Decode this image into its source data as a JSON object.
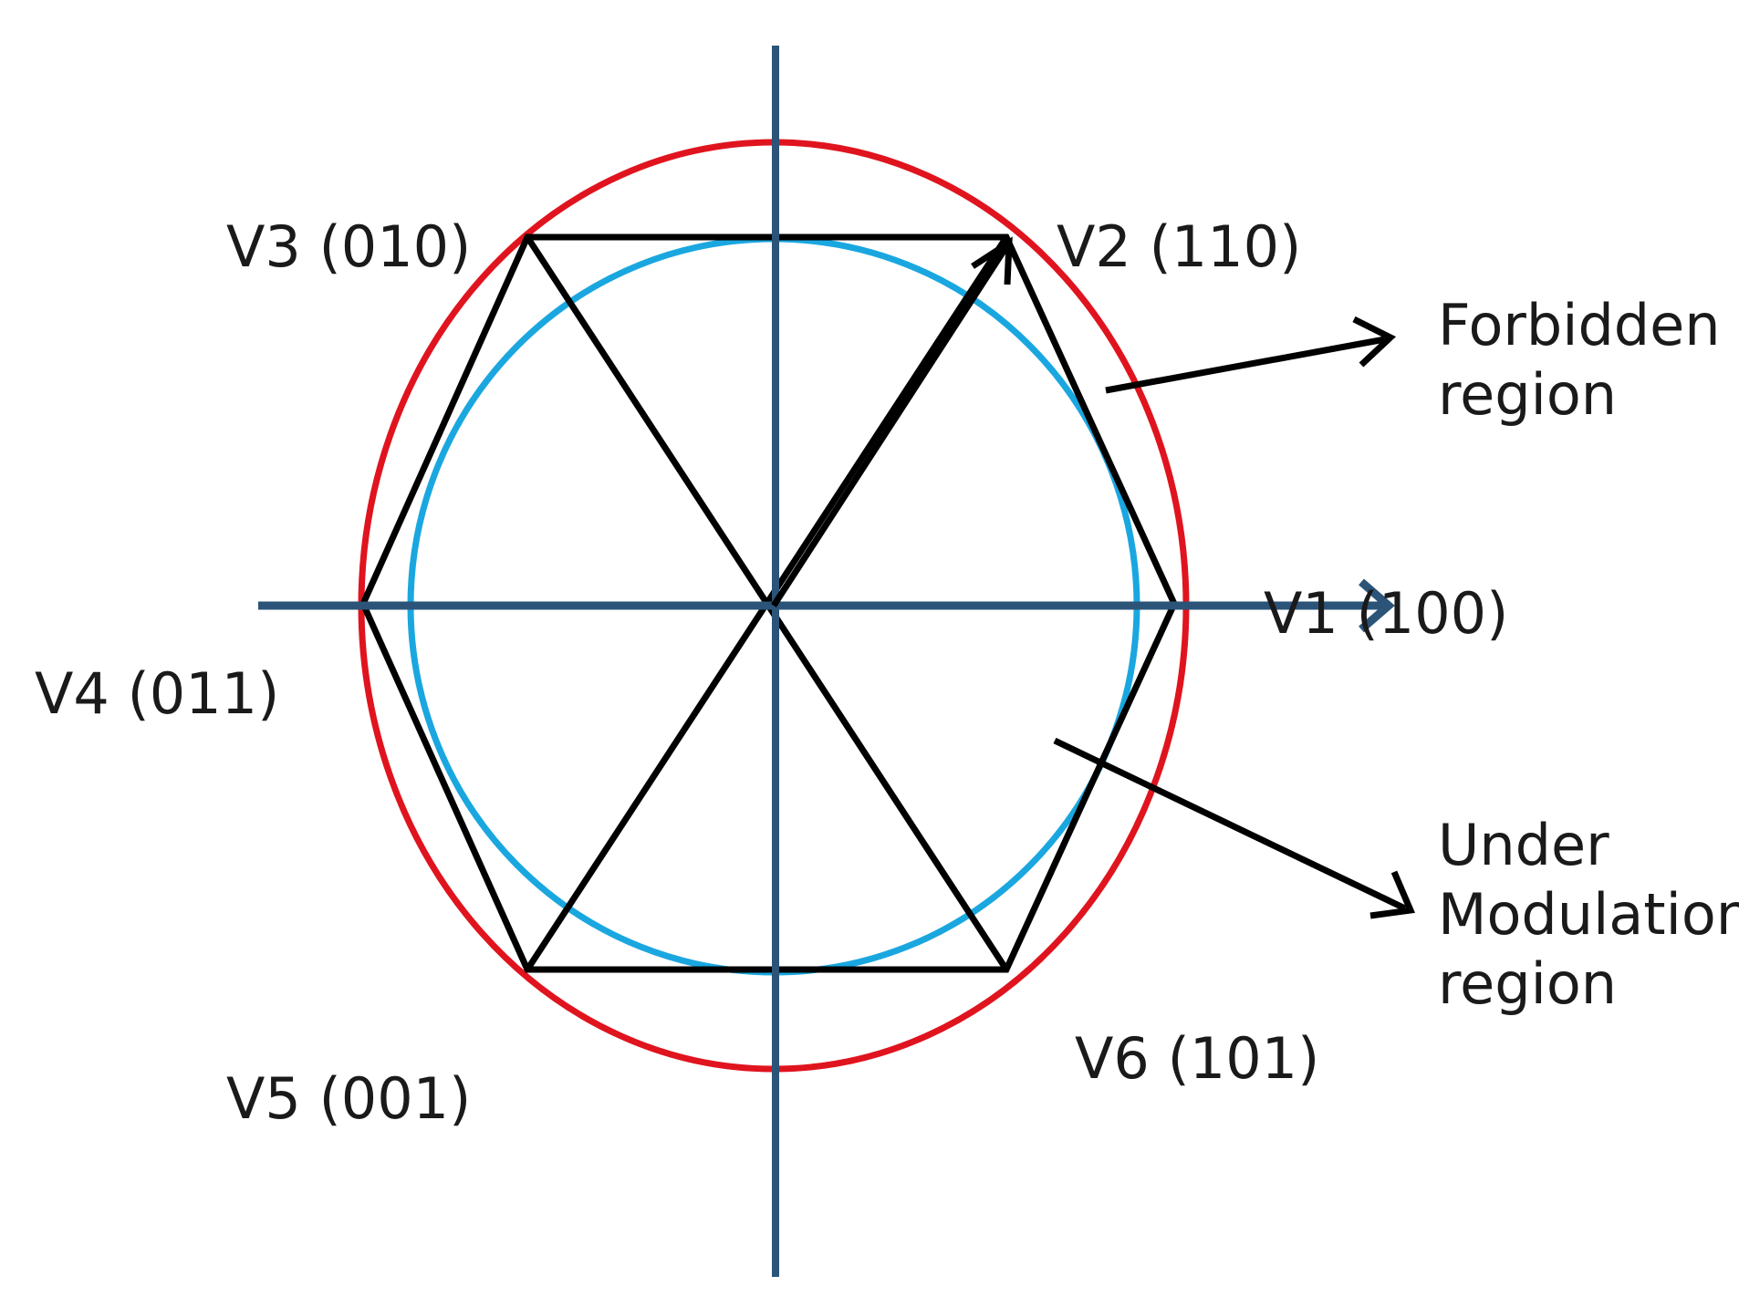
{
  "vectors": [
    {
      "id": "v1",
      "label": "V1 (100)"
    },
    {
      "id": "v2",
      "label": "V2 (110)"
    },
    {
      "id": "v3",
      "label": "V3 (010)"
    },
    {
      "id": "v4",
      "label": "V4 (011)"
    },
    {
      "id": "v5",
      "label": "V5 (001)"
    },
    {
      "id": "v6",
      "label": "V6 (101)"
    }
  ],
  "regions": {
    "forbidden": {
      "lines": [
        "Forbidden",
        "region"
      ]
    },
    "under_modulation": {
      "lines": [
        "Under",
        "Modulation",
        "region"
      ]
    }
  },
  "colors": {
    "axis": "#2b5478",
    "outer_circle": "#e0141e",
    "inner_circle": "#1aa7e0",
    "hexagon": "#000000",
    "pointer_arrow": "#000000",
    "text": "#1a1a1a"
  }
}
